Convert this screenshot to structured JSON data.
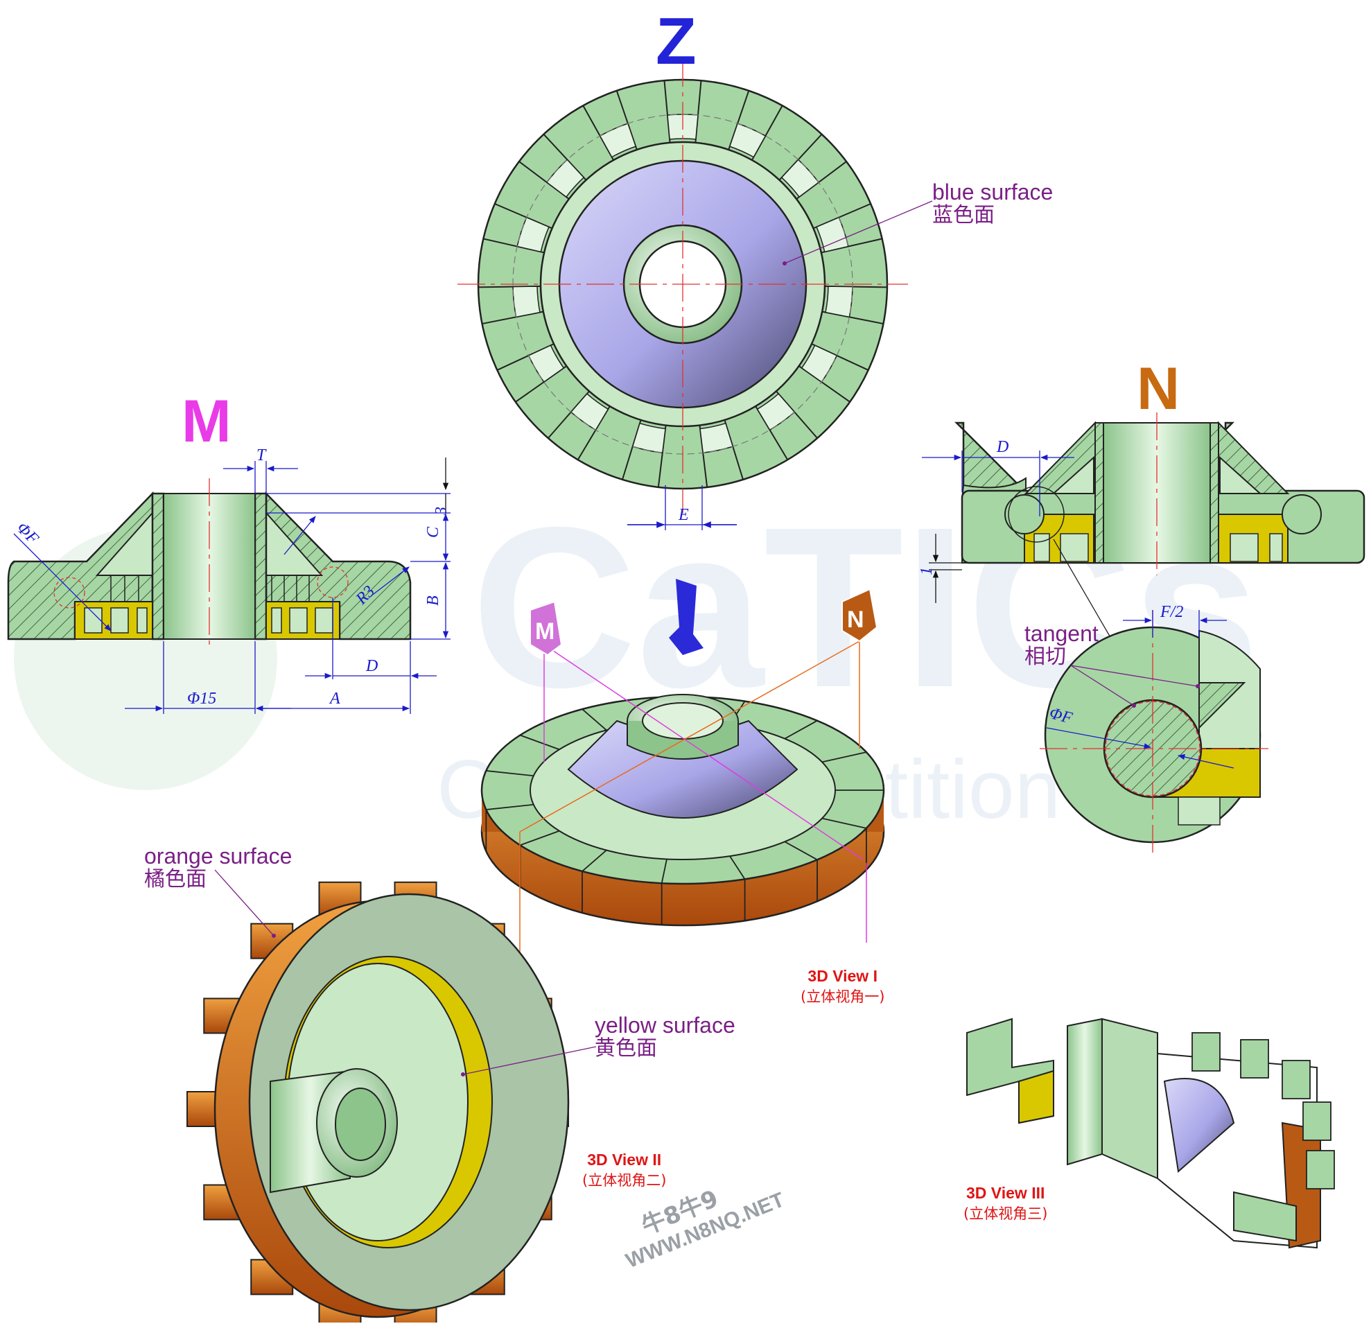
{
  "labels": {
    "z": "Z",
    "m": "M",
    "n": "N"
  },
  "annotations": {
    "blue_en": "blue surface",
    "blue_zh": "蓝色面",
    "orange_en": "orange surface",
    "orange_zh": "橘色面",
    "yellow_en": "yellow surface",
    "yellow_zh": "黄色面",
    "tangent_en": "tangent",
    "tangent_zh": "相切"
  },
  "views": {
    "v1": "3D View I",
    "v1_sub": "(立体视角一)",
    "v2": "3D View II",
    "v2_sub": "(立体视角二)",
    "v3": "3D View III",
    "v3_sub": "(立体视角三)"
  },
  "dimensions": {
    "T": "T",
    "three": "3",
    "C": "C",
    "B": "B",
    "phiF": "ΦF",
    "R3": "R3",
    "D": "D",
    "A": "A",
    "phi15": "Φ15",
    "E": "E",
    "D2": "D",
    "one": "1",
    "F2": "F/2",
    "phiF2": "ΦF"
  },
  "watermark": {
    "line1": "牛8牛9",
    "line2": "WWW.N8NQ.NET"
  },
  "colors": {
    "green": "#a6d6a4",
    "blue_surface": "#a9a6e8",
    "yellow": "#d9c800",
    "orange": "#d8731c",
    "dim_blue": "#1a1acc",
    "center_red": "#e53030",
    "magenta": "#e03be0",
    "label_n": "#c76a12"
  }
}
